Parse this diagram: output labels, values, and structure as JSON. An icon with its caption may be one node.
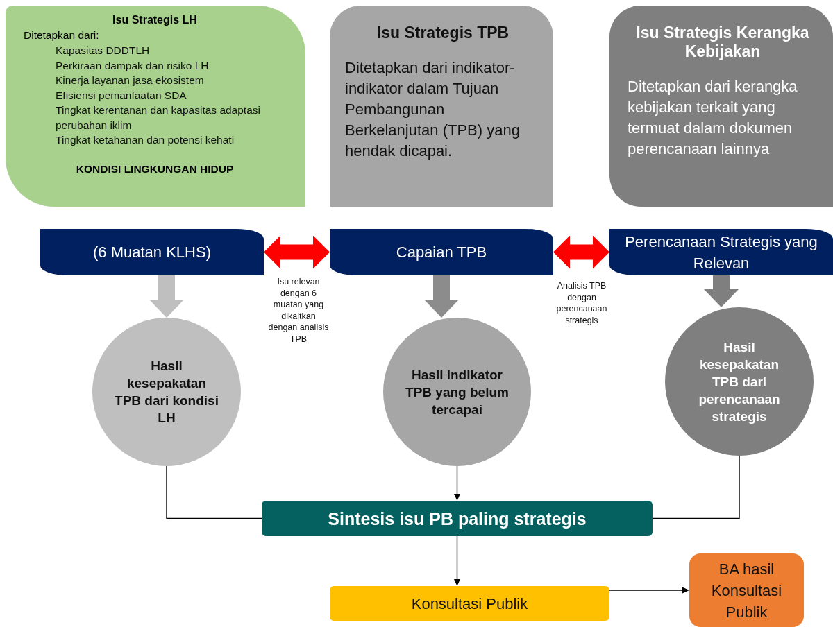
{
  "diagram": {
    "nodes": [
      {
        "text": [
          "Isu Strategis LH",
          "Ditetapkan dari:",
          "Kapasitas DDDTLH",
          "Perkiraan dampak dan risiko LH",
          "Kinerja layanan jasa ekosistem",
          "Efisiensi pemanfaatan SDA",
          "Tingkat kerentanan dan kapasitas adaptasi perubahan iklim",
          "Tingkat ketahanan dan potensi kehati",
          "KONDISI LINGKUNGAN HIDUP"
        ]
      },
      {
        "text": [
          "Isu Strategis TPB",
          "Ditetapkan dari indikator- indikator dalam Tujuan Pembangunan Berkelanjutan (TPB) yang hendak dicapai."
        ]
      },
      {
        "text": [
          "Isu Strategis Kerangka Kebijakan",
          "Ditetapkan dari kerangka kebijakan terkait yang termuat dalam dokumen perencanaan lainnya"
        ]
      },
      {
        "text": [
          "(6 Muatan KLHS)"
        ]
      },
      {
        "text": [
          "Capaian TPB"
        ]
      },
      {
        "text": [
          "Perencanaan Strategis yang Relevan"
        ]
      },
      {
        "text": [
          "Hasil kesepakatan TPB dari kondisi LH"
        ]
      },
      {
        "text": [
          "Hasil indikator TPB yang belum tercapai"
        ]
      },
      {
        "text": [
          "Hasil kesepakatan TPB dari perencanaan strategis"
        ]
      },
      {
        "text": [
          "Sintesis isu PB paling strategis"
        ]
      },
      {
        "text": [
          "Konsultasi Publik"
        ]
      },
      {
        "text": [
          "BA hasil Konsultasi Publik"
        ]
      }
    ],
    "edges": [
      {
        "from": 3,
        "to": 4,
        "arrow": "both",
        "label": "Isu relevan dengan 6 muatan yang dikaitkan dengan analisis TPB",
        "style": "thick",
        "color": "#ff0000"
      },
      {
        "from": 4,
        "to": 5,
        "arrow": "both",
        "label": "Analisis TPB dengan perencanaan strategis",
        "style": "thick",
        "color": "#ff0000"
      },
      {
        "from": 3,
        "to": 6,
        "arrow": "to",
        "style": "thick",
        "color": "#bfbfbf"
      },
      {
        "from": 4,
        "to": 7,
        "arrow": "to",
        "style": "thick",
        "color": "#8c8c8c"
      },
      {
        "from": 5,
        "to": 8,
        "arrow": "to",
        "style": "thick",
        "color": "#7f7f7f"
      },
      {
        "from": 6,
        "to": 9,
        "arrow": "none"
      },
      {
        "from": 7,
        "to": 9,
        "arrow": "to"
      },
      {
        "from": 8,
        "to": 9,
        "arrow": "none"
      },
      {
        "from": 9,
        "to": 10,
        "arrow": "to"
      },
      {
        "from": 10,
        "to": 11,
        "arrow": "to"
      }
    ]
  }
}
